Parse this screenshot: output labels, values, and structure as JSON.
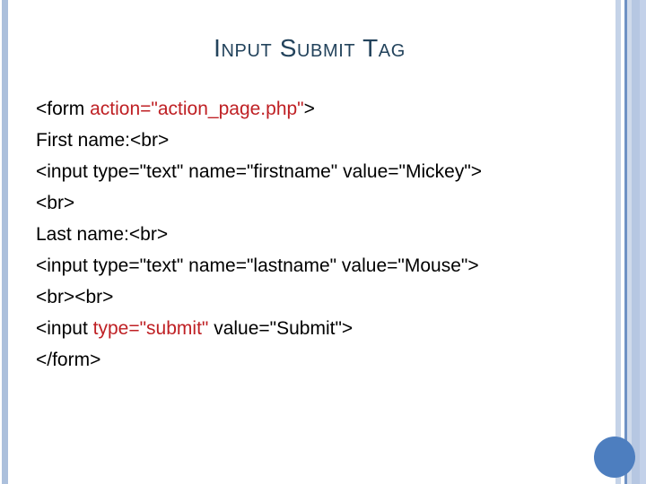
{
  "slide": {
    "title": "Input Submit Tag",
    "title_color": "#23435c",
    "background_color": "#ffffff",
    "accent_red": "#bf2024",
    "accent_blue": "#4d7ebf",
    "bar_blue": "#acc0dc"
  },
  "code": {
    "lines": [
      {
        "id": "line-1",
        "segments": [
          {
            "text": "<form ",
            "color": "black"
          },
          {
            "text": "action=\"action_page.php\"",
            "color": "red"
          },
          {
            "text": ">",
            "color": "black"
          }
        ]
      },
      {
        "id": "line-2",
        "segments": [
          {
            "text": "First name:<br>",
            "color": "black"
          }
        ]
      },
      {
        "id": "line-3",
        "segments": [
          {
            "text": "<input type=\"text\" name=\"firstname\" value=\"Mickey\">",
            "color": "black"
          }
        ]
      },
      {
        "id": "line-4",
        "segments": [
          {
            "text": "<br>",
            "color": "black"
          }
        ]
      },
      {
        "id": "line-5",
        "segments": [
          {
            "text": "Last name:<br>",
            "color": "black"
          }
        ]
      },
      {
        "id": "line-6",
        "segments": [
          {
            "text": "<input type=\"text\" name=\"lastname\" value=\"Mouse\">",
            "color": "black"
          }
        ]
      },
      {
        "id": "line-7",
        "segments": [
          {
            "text": "<br><br>",
            "color": "black"
          }
        ]
      },
      {
        "id": "line-8",
        "segments": [
          {
            "text": "<input ",
            "color": "black"
          },
          {
            "text": "type=\"submit\"",
            "color": "red"
          },
          {
            "text": " value=\"Submit\">",
            "color": "black"
          }
        ]
      },
      {
        "id": "line-9",
        "segments": [
          {
            "text": "</form>",
            "color": "black"
          }
        ]
      }
    ]
  },
  "decorations": {
    "left_bar": "left-vertical-bar",
    "right_stripes": "right-vertical-stripes",
    "corner_circle": "bottom-right-circle"
  }
}
